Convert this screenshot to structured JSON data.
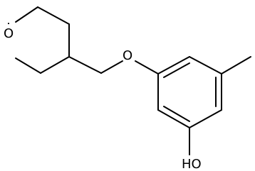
{
  "molecule": {
    "atom_labels": {
      "ring_oxygen": "O",
      "ether_oxygen": "O",
      "hydroxyl": "HO"
    },
    "colors": {
      "bond": "#000000",
      "text": "#000000",
      "background": "#ffffff"
    }
  }
}
